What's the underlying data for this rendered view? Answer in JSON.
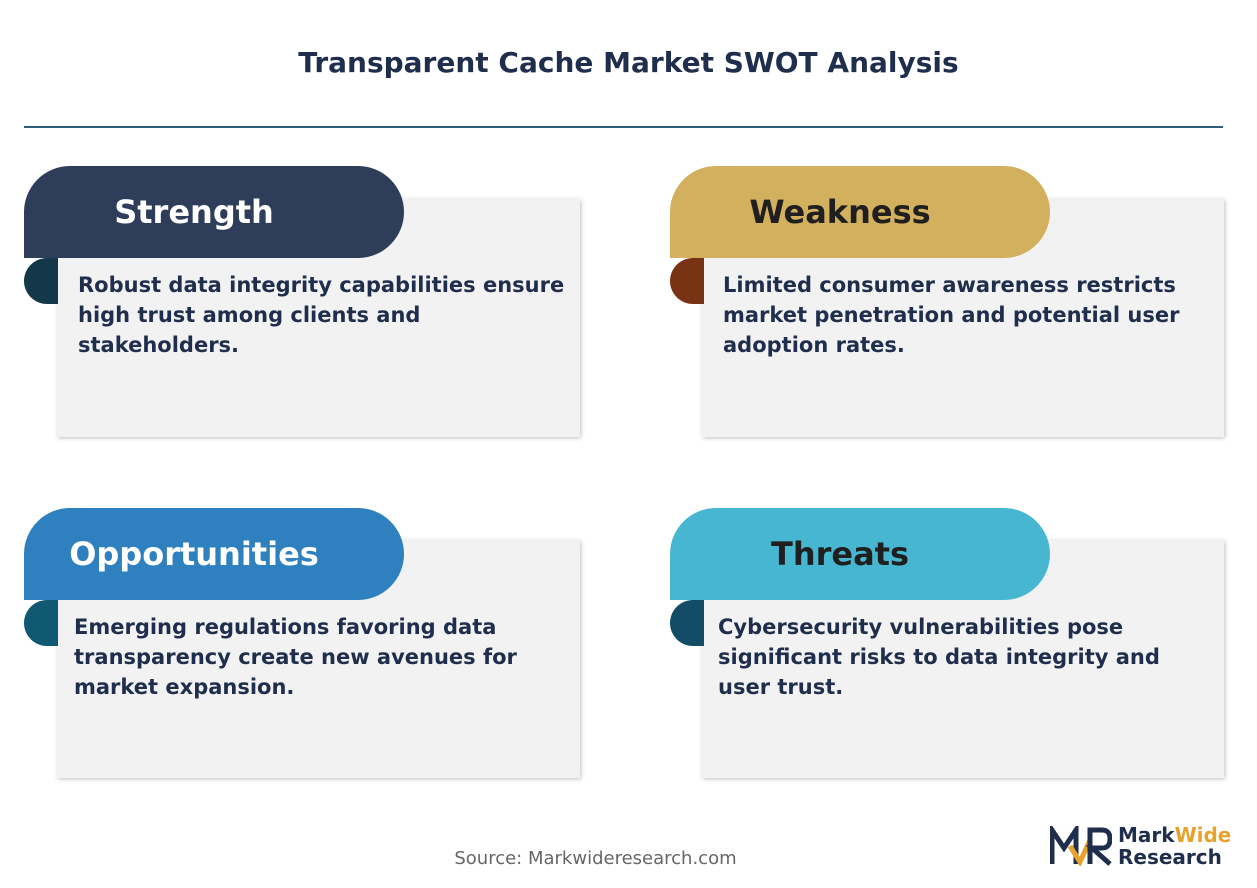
{
  "title": "Transparent Cache Market SWOT Analysis",
  "quadrants": [
    {
      "heading": "Strength",
      "text": "Robust data integrity capabilities ensure high trust among clients and stakeholders.",
      "color": "#2e3d5a",
      "text_color": "#ffffff",
      "tab_color": "#13384a"
    },
    {
      "heading": "Weakness",
      "text": "Limited consumer awareness restricts market penetration and potential user adoption rates.",
      "color": "#d2b05e",
      "text_color": "#1f1f1f",
      "tab_color": "#7a3214"
    },
    {
      "heading": "Opportunities",
      "text": "Emerging regulations favoring data transparency create new avenues for market expansion.",
      "color": "#2f80bf",
      "text_color": "#ffffff",
      "tab_color": "#0f5a72"
    },
    {
      "heading": "Threats",
      "text": "Cybersecurity vulnerabilities pose significant risks to data integrity and user trust.",
      "color": "#47b6d0",
      "text_color": "#1f1f1f",
      "tab_color": "#124c66"
    }
  ],
  "source": "Source: Markwideresearch.com",
  "logo": {
    "mark_alt": "MWR-logo-mark",
    "line1_a": "Mark",
    "line1_b": "Wide",
    "line2": "Research"
  }
}
